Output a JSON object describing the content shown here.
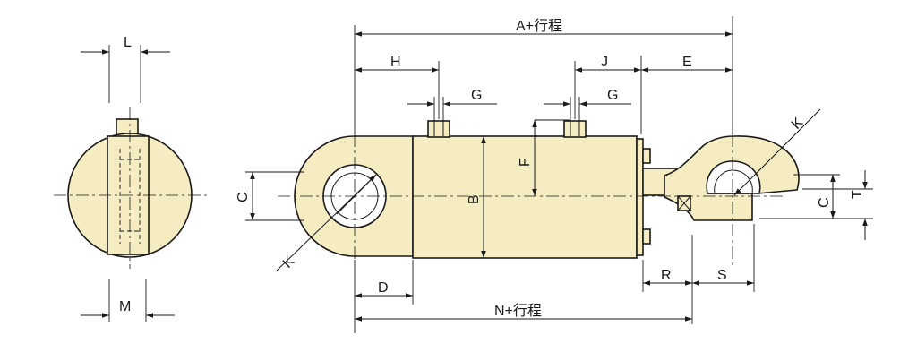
{
  "diagram": {
    "labels": {
      "A": "A+行程",
      "N": "N+行程",
      "H": "H",
      "J": "J",
      "E": "E",
      "G1": "G",
      "G2": "G",
      "L": "L",
      "M": "M",
      "B": "B",
      "F": "F",
      "C_left": "C",
      "C_right": "C",
      "T": "T",
      "D": "D",
      "R": "R",
      "S": "S",
      "K_left": "K",
      "K_right": "K"
    },
    "colors": {
      "body_fill": "#f5ecc2",
      "line": "#1a1a1a",
      "background": "#ffffff"
    }
  }
}
